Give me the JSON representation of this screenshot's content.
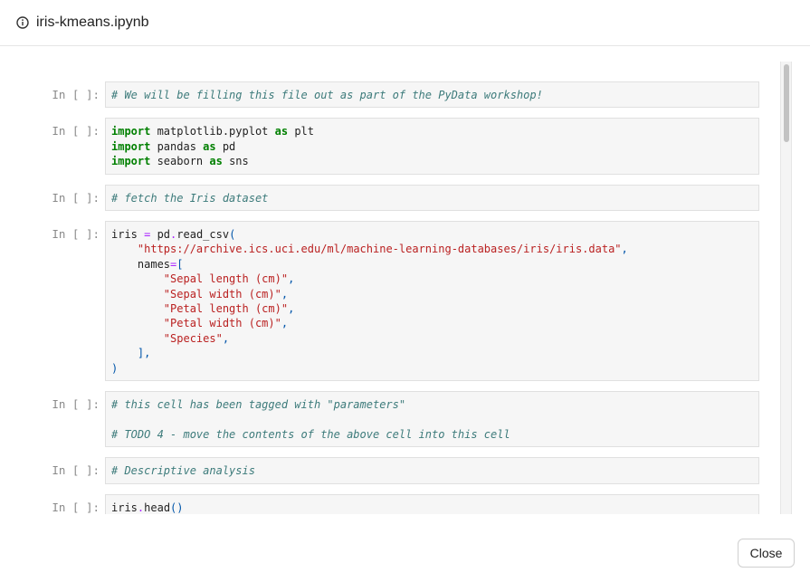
{
  "header": {
    "title": "iris-kmeans.ipynb",
    "icon": "info-icon"
  },
  "cells": [
    {
      "prompt": "In [ ]:",
      "lines": [
        [
          {
            "t": "cm",
            "v": "# We will be filling this file out as part of the PyData workshop!"
          }
        ]
      ]
    },
    {
      "prompt": "In [ ]:",
      "lines": [
        [
          {
            "t": "kw",
            "v": "import"
          },
          {
            "t": "",
            "v": " matplotlib.pyplot "
          },
          {
            "t": "kw",
            "v": "as"
          },
          {
            "t": "",
            "v": " plt"
          }
        ],
        [
          {
            "t": "kw",
            "v": "import"
          },
          {
            "t": "",
            "v": " pandas "
          },
          {
            "t": "kw",
            "v": "as"
          },
          {
            "t": "",
            "v": " pd"
          }
        ],
        [
          {
            "t": "kw",
            "v": "import"
          },
          {
            "t": "",
            "v": " seaborn "
          },
          {
            "t": "kw",
            "v": "as"
          },
          {
            "t": "",
            "v": " sns"
          }
        ]
      ]
    },
    {
      "prompt": "In [ ]:",
      "lines": [
        [
          {
            "t": "cm",
            "v": "# fetch the Iris dataset"
          }
        ]
      ]
    },
    {
      "prompt": "In [ ]:",
      "lines": [
        [
          {
            "t": "",
            "v": "iris "
          },
          {
            "t": "op",
            "v": "="
          },
          {
            "t": "",
            "v": " pd"
          },
          {
            "t": "op",
            "v": "."
          },
          {
            "t": "",
            "v": "read_csv"
          },
          {
            "t": "pn",
            "v": "("
          }
        ],
        [
          {
            "t": "",
            "v": "    "
          },
          {
            "t": "st",
            "v": "\"https://archive.ics.uci.edu/ml/machine-learning-databases/iris/iris.data\""
          },
          {
            "t": "pn",
            "v": ","
          }
        ],
        [
          {
            "t": "",
            "v": "    names"
          },
          {
            "t": "op",
            "v": "="
          },
          {
            "t": "pn",
            "v": "["
          }
        ],
        [
          {
            "t": "",
            "v": "        "
          },
          {
            "t": "st",
            "v": "\"Sepal length (cm)\""
          },
          {
            "t": "pn",
            "v": ","
          }
        ],
        [
          {
            "t": "",
            "v": "        "
          },
          {
            "t": "st",
            "v": "\"Sepal width (cm)\""
          },
          {
            "t": "pn",
            "v": ","
          }
        ],
        [
          {
            "t": "",
            "v": "        "
          },
          {
            "t": "st",
            "v": "\"Petal length (cm)\""
          },
          {
            "t": "pn",
            "v": ","
          }
        ],
        [
          {
            "t": "",
            "v": "        "
          },
          {
            "t": "st",
            "v": "\"Petal width (cm)\""
          },
          {
            "t": "pn",
            "v": ","
          }
        ],
        [
          {
            "t": "",
            "v": "        "
          },
          {
            "t": "st",
            "v": "\"Species\""
          },
          {
            "t": "pn",
            "v": ","
          }
        ],
        [
          {
            "t": "",
            "v": "    "
          },
          {
            "t": "pn",
            "v": "],"
          }
        ],
        [
          {
            "t": "pn",
            "v": ")"
          }
        ]
      ]
    },
    {
      "prompt": "In [ ]:",
      "lines": [
        [
          {
            "t": "cm",
            "v": "# this cell has been tagged with \"parameters\""
          }
        ],
        [
          {
            "t": "",
            "v": ""
          }
        ],
        [
          {
            "t": "cm",
            "v": "# TODO 4 - move the contents of the above cell into this cell"
          }
        ]
      ]
    },
    {
      "prompt": "In [ ]:",
      "lines": [
        [
          {
            "t": "cm",
            "v": "# Descriptive analysis"
          }
        ]
      ]
    },
    {
      "prompt": "In [ ]:",
      "lines": [
        [
          {
            "t": "",
            "v": "iris"
          },
          {
            "t": "op",
            "v": "."
          },
          {
            "t": "",
            "v": "head"
          },
          {
            "t": "pn",
            "v": "()"
          }
        ]
      ]
    }
  ],
  "footer": {
    "close_label": "Close"
  }
}
